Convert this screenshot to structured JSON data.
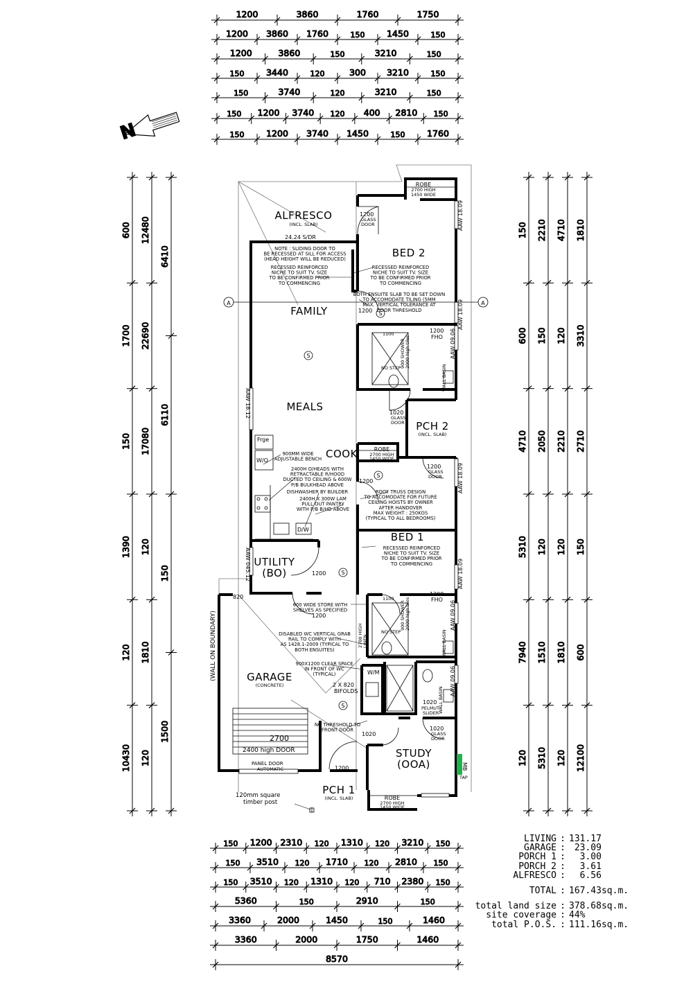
{
  "top_dims": [
    [
      "1200",
      "3860",
      "1760",
      "1750"
    ],
    [
      "1200",
      "3860",
      "1760",
      "150",
      "1450",
      "150"
    ],
    [
      "1200",
      "3860",
      "150",
      "3210",
      "150"
    ],
    [
      "150",
      "3440",
      "120",
      "300",
      "3210",
      "150"
    ],
    [
      "150",
      "3740",
      "120",
      "3210",
      "150"
    ],
    [
      "150",
      "1200",
      "3740",
      "120",
      "400",
      "2810",
      "150"
    ],
    [
      "150",
      "1200",
      "3740",
      "1450",
      "150",
      "1760"
    ]
  ],
  "bottom_dims": [
    [
      "150",
      "1200",
      "2310",
      "120",
      "1310",
      "120",
      "3210",
      "150"
    ],
    [
      "150",
      "3510",
      "120",
      "1710",
      "120",
      "2810",
      "150"
    ],
    [
      "150",
      "3510",
      "120",
      "1310",
      "120",
      "710",
      "2380",
      "150"
    ],
    [
      "5360",
      "150",
      "2910",
      "150"
    ],
    [
      "3360",
      "2000",
      "1450",
      "150",
      "1460"
    ],
    [
      "3360",
      "2000",
      "1750",
      "1460"
    ],
    [
      "8570"
    ]
  ],
  "left_dims": [
    "600",
    "1700",
    "150",
    "1390",
    "120",
    "10430",
    "12480",
    "22690",
    "17080",
    "120",
    "1810",
    "120",
    "6410",
    "6110",
    "150",
    "1500"
  ],
  "right_dims": [
    "150",
    "600",
    "4710",
    "5310",
    "7940",
    "120",
    "2210",
    "150",
    "2050",
    "120",
    "1510",
    "5310",
    "4710",
    "120",
    "2210",
    "120",
    "1810",
    "120",
    "1810",
    "3310",
    "2710",
    "150",
    "600",
    "12100"
  ],
  "rooms": {
    "alfresco": "ALFRESCO",
    "alfresco_sub": "(INCL. SLAB)",
    "bed2": "BED 2",
    "family": "FAMILY",
    "meals": "MEALS",
    "cook": "COOK",
    "pch2": "PCH 2",
    "pch2_sub": "(INCL. SLAB)",
    "bed1": "BED 1",
    "utility": "UTILITY",
    "utility_sub": "(BO)",
    "garage": "GARAGE",
    "garage_sub": "(CONCRETE)",
    "study": "STUDY",
    "study_sub": "(OOA)",
    "pch1": "PCH 1",
    "pch1_sub": "(INCL. SLAB)",
    "robe": "ROBE",
    "robe_sub1": "2700 HIGH",
    "robe_sub2": "1450 WIDE"
  },
  "labels": {
    "sdr": "24.24 S/DR",
    "glass_door": "GLASS",
    "glass_door2": "DOOR",
    "d1200": "1200",
    "d1020": "1020",
    "d820": "820",
    "fho": "FHO",
    "aaw1809": "AAW 18.09",
    "aaw0906": "AAW 09.06",
    "aaw1812": "AAW 18.12",
    "aaw04512": "AAW 045.12",
    "shower": "900 SHOWER",
    "shower2": "2000 high tiles",
    "d1100": "1100",
    "no_step": "NO STEP",
    "wall_basin": "WALL BASIN",
    "frge": "Frge",
    "wo": "W/O",
    "dw": "D/W",
    "wm": "W/M",
    "bifolds": "2 X 820",
    "bifolds2": "BIFOLDS",
    "pelmut": "1020",
    "pelmut2": "PELMUT",
    "pelmut3": "SLIDER",
    "linen": "2700 HIGH",
    "linen2": "LINEN",
    "garage_2700": "2700",
    "garage_door": "2400 high DOOR",
    "panel_door": "PANEL DOOR",
    "automatic": "AUTOMATIC",
    "wall_boundary": "(WALL ON BOUNDARY)",
    "post1": "120mm square",
    "post2": "timber post",
    "mb": "MB",
    "tap": "TAP",
    "section": "A",
    "north": "N",
    "smoke": "S"
  },
  "notes": {
    "sliding": [
      "NOTE : SLIDING DOOR TO",
      "BE RECESSED AT SILL FOR ACCESS",
      "(HEAD HEIGHT WILL BE REDUCED)"
    ],
    "niche_l": [
      "RECESSED REINFORCED",
      "NICHE TO SUIT TV. SIZE",
      "TO BE CONFIRMED PRIOR",
      "TO COMMENCING"
    ],
    "niche_r": [
      "RECESSED REINFORCED",
      "NICHE TO SUIT TV. SIZE",
      "TO BE CONFIRMED PRIOR",
      "TO COMMENCING"
    ],
    "ensuite": [
      "BOTH ENSUITE SLAB TO BE SET DOWN",
      "TO ACCOMODATE TILING (5MM",
      "MAX. VERTICAL TOLERANCE AT",
      "DOOR THRESHOLD"
    ],
    "bench": [
      "900MM WIDE",
      "ADJUSTABLE BENCH"
    ],
    "hood": [
      "2400H O/HEADS WITH",
      "RETRACTABLE R/HOOD",
      "DUCTED TO CEILING & 600W",
      "P/B BULKHEAD ABOVE"
    ],
    "dishwasher": [
      "DISHWASHER BY BUILDER"
    ],
    "pantry": [
      "2400H X 300W LAM",
      "PULL OUT PANTRY",
      "WITH P/B B/HD ABOVE"
    ],
    "truss": [
      "ROOF TRUSS DESIGN",
      "TO ACCOMODATE FOR FUTURE",
      "CEILING HOISTS BY OWNER",
      "AFTER HANDOVER",
      "MAX WEIGHT : 250KGS",
      "(TYPICAL TO ALL BEDROOMS)"
    ],
    "bed1_niche": [
      "RECESSED REINFORCED",
      "NICHE TO SUIT TV. SIZE",
      "TO BE CONFIRMED PRIOR",
      "TO COMMENCING"
    ],
    "store": [
      "600 WIDE STORE WITH",
      "SHELVES AS SPECIFIED"
    ],
    "grab": [
      "DISABLED WC VERTICAL GRAB",
      "RAIL TO COMPLY WITH",
      "AS 1428.1-2009 (TYPICAL TO",
      "BOTH ENSUITES)"
    ],
    "clear": [
      "900X1200 CLEAR SPACE",
      "IN FRONT OF WC",
      "(TYPICAL)"
    ],
    "threshold": [
      "NO THRESHOLD TO",
      "FRONT DOOR"
    ]
  },
  "areas": [
    {
      "k": "LIVING",
      "v": "131.17"
    },
    {
      "k": "GARAGE",
      "v": " 23.09"
    },
    {
      "k": "PORCH 1",
      "v": "  3.00"
    },
    {
      "k": "PORCH 2",
      "v": "  3.61"
    },
    {
      "k": "ALFRESCO",
      "v": "  6.56"
    }
  ],
  "totals": [
    {
      "k": "TOTAL",
      "v": "167.43sq.m."
    },
    {
      "k": "total land size",
      "v": "378.68sq.m."
    },
    {
      "k": "site coverage",
      "v": "44%"
    },
    {
      "k": "total P.O.S.",
      "v": "111.16sq.m."
    }
  ]
}
